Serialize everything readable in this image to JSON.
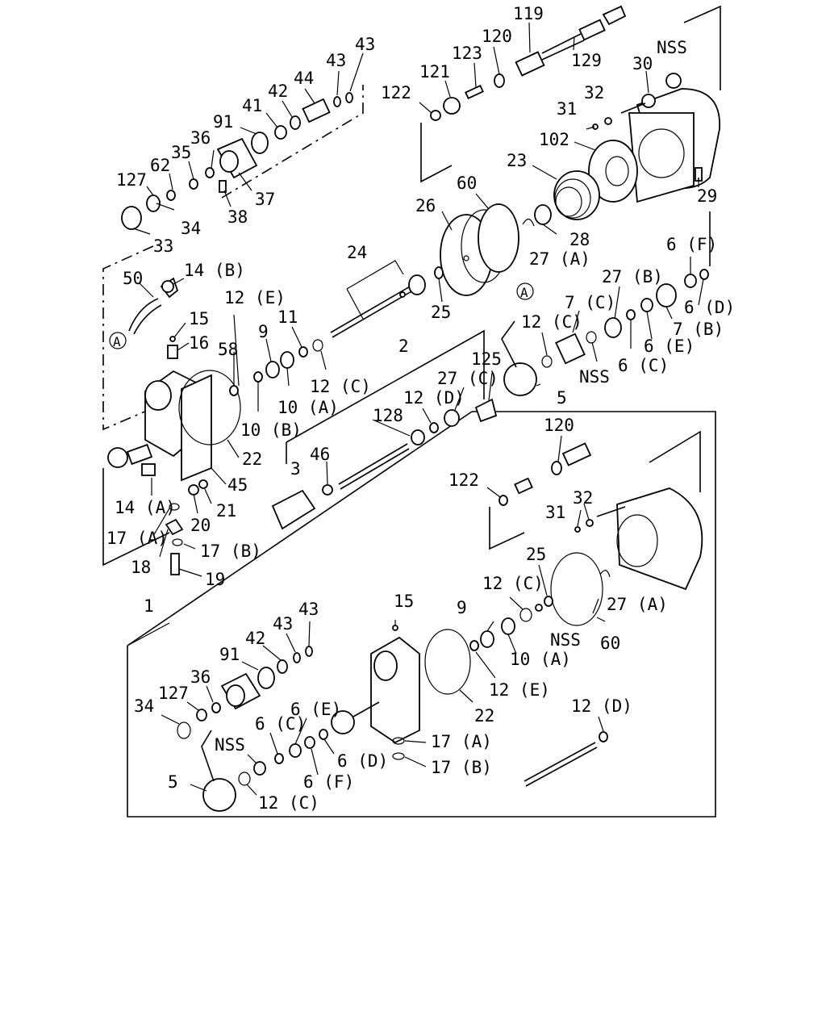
{
  "labels": {
    "p119": "119",
    "p120a": "120",
    "p123": "123",
    "p129": "129",
    "p121": "121",
    "p122a": "122",
    "nss_top": "NSS",
    "p30": "30",
    "p31a": "31",
    "p32a": "32",
    "p102": "102",
    "p23": "23",
    "p29": "29",
    "p28": "28",
    "p60a": "60",
    "p26": "26",
    "p27a_top": "27 (A)",
    "p25a": "25",
    "p24": "24",
    "p43a": "43",
    "p43b": "43",
    "p44": "44",
    "p42a": "42",
    "p41": "41",
    "p91a": "91",
    "p36a": "36",
    "p35": "35",
    "p62": "62",
    "p127a": "127",
    "p37": "37",
    "p38": "38",
    "p34a": "34",
    "p33": "33",
    "p50": "50",
    "p14b": "14 (B)",
    "circA1": "A",
    "p15a": "15",
    "p16": "16",
    "p12e_top": "12 (E)",
    "p58": "58",
    "p9a": "9",
    "p11": "11",
    "p12c_a": "12 (C)",
    "p10a_top": "10 (A)",
    "p10b": "10 (B)",
    "p22a": "22",
    "p45": "45",
    "p14a": "14 (A)",
    "p20": "20",
    "p21": "21",
    "p17a_top": "17 (A)",
    "p17b_top": "17 (B)",
    "p18": "18",
    "p19": "19",
    "p2": "2",
    "p125": "125",
    "p27c": "27 (C)",
    "p12d_top": "12 (D)",
    "p128": "128",
    "p46": "46",
    "p3": "3",
    "circA2": "A",
    "p12c_b": "12 (C)",
    "p7c": "7 (C)",
    "p27b": "27 (B)",
    "p6f_top": "6 (F)",
    "p6d_top": "6 (D)",
    "p7b": "7 (B)",
    "p6e_top": "6 (E)",
    "p6c_top": "6 (C)",
    "nss_mid": "NSS",
    "p5_top": "5",
    "p1": "1",
    "p120b": "120",
    "p122b": "122",
    "p31b": "31",
    "p32b": "32",
    "p25b": "25",
    "p12c_c": "12 (C)",
    "nss_low": "NSS",
    "p60b": "60",
    "p27a_low": "27 (A)",
    "p9b": "9",
    "p10a_low": "10 (A)",
    "p12e_low": "12 (E)",
    "p15b": "15",
    "p22b": "22",
    "p43c": "43",
    "p43d": "43",
    "p42b": "42",
    "p91b": "91",
    "p36b": "36",
    "p127b": "127",
    "p34b": "34",
    "p6c_low": "6 (C)",
    "p6e_low": "6 (E)",
    "nss_low2": "NSS",
    "p6d_low": "6 (D)",
    "p6f_low": "6 (F)",
    "p5_low": "5",
    "p12c_d": "12 (C)",
    "p17a_low": "17 (A)",
    "p17b_low": "17 (B)",
    "p12d_low": "12 (D)"
  }
}
